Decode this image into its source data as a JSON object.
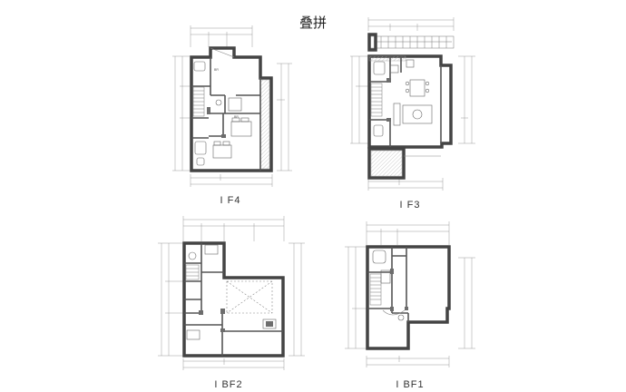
{
  "page_title": "叠拼",
  "floors": [
    {
      "id": "f4",
      "label": "I F4"
    },
    {
      "id": "f3",
      "label": "I F3"
    },
    {
      "id": "bf2",
      "label": "I BF2"
    },
    {
      "id": "bf1",
      "label": "I BF1"
    }
  ]
}
